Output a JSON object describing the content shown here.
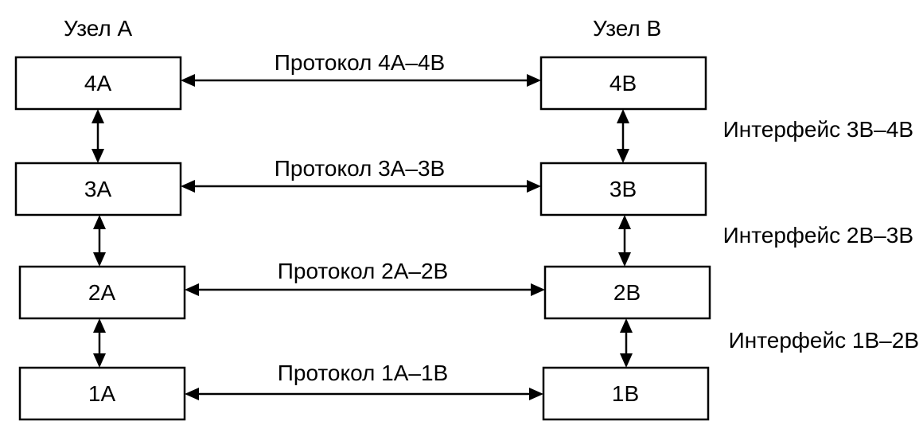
{
  "node_a": {
    "title": "Узел A",
    "layers": [
      "4A",
      "3A",
      "2A",
      "1A"
    ]
  },
  "node_b": {
    "title": "Узел B",
    "layers": [
      "4B",
      "3B",
      "2B",
      "1B"
    ]
  },
  "protocols": [
    "Протокол 4A–4B",
    "Протокол 3A–3B",
    "Протокол 2A–2B",
    "Протокол 1A–1B"
  ],
  "interfaces": [
    "Интерфейс 3B–4B",
    "Интерфейс 2B–3B",
    "Интерфейс 1B–2B"
  ]
}
